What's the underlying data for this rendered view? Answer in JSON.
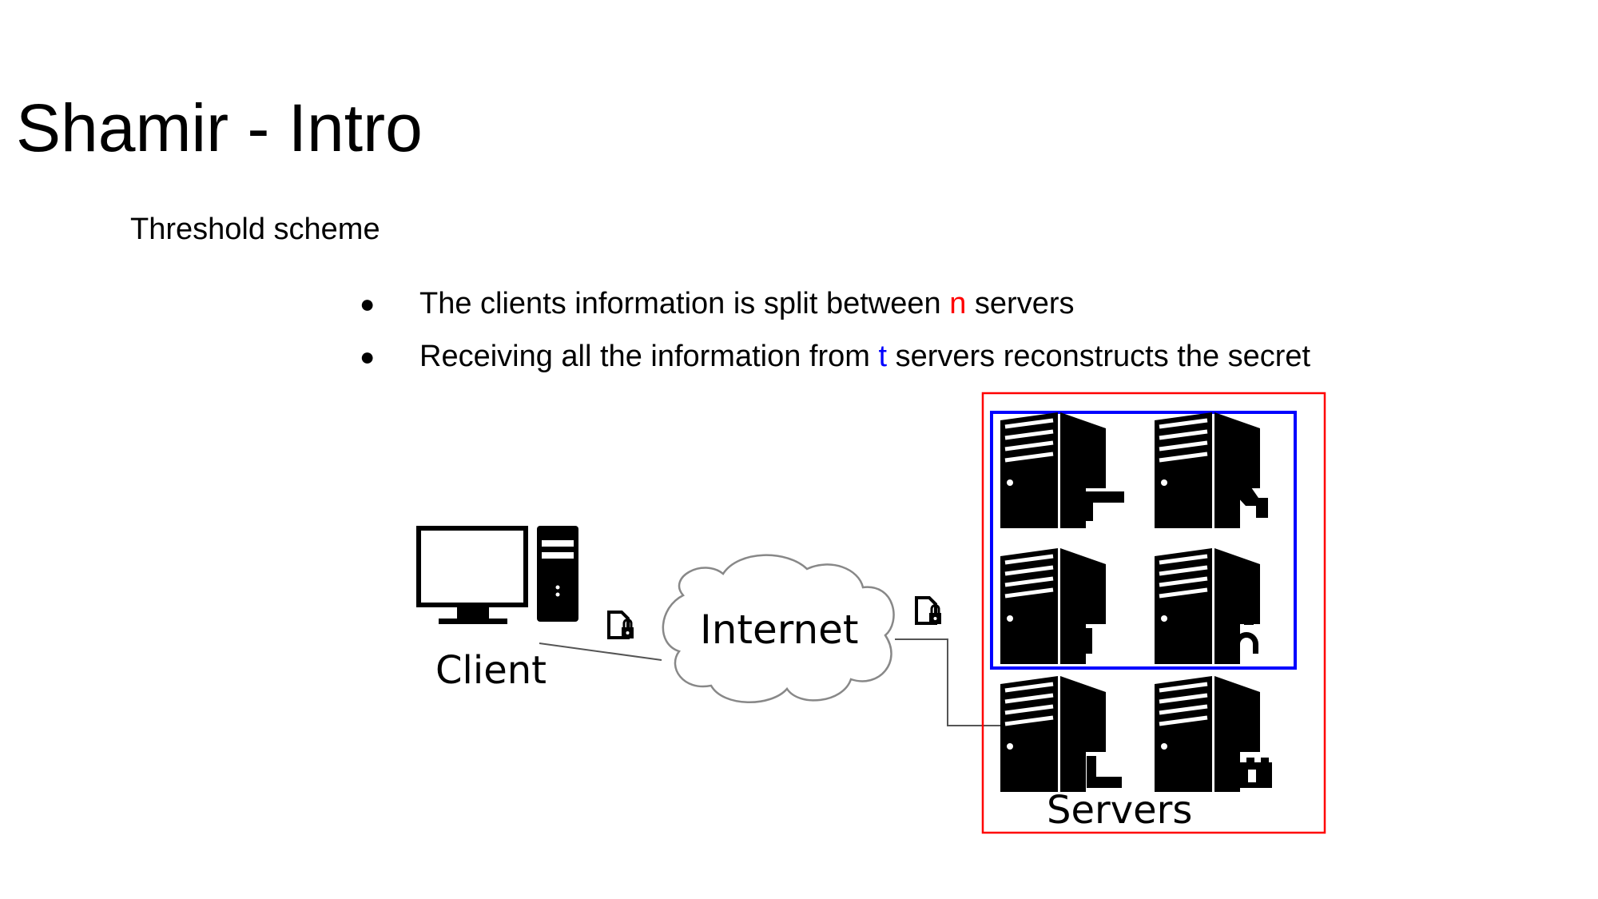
{
  "slide": {
    "title": "Shamir - Intro",
    "subtitle": "Threshold scheme",
    "bullets": [
      {
        "before": "The clients information is split between ",
        "var": "n",
        "after": " servers"
      },
      {
        "before": "Receiving all the information from ",
        "var": "t",
        "after": " servers reconstructs the secret"
      }
    ]
  },
  "diagram": {
    "client_label": "Client",
    "internet_label": "Internet",
    "servers_label": "Servers",
    "all_servers_box_color": "#ff0000",
    "threshold_box_color": "#0000ff"
  },
  "colors": {
    "var_n": "#ff0000",
    "var_t": "#0000ff"
  }
}
